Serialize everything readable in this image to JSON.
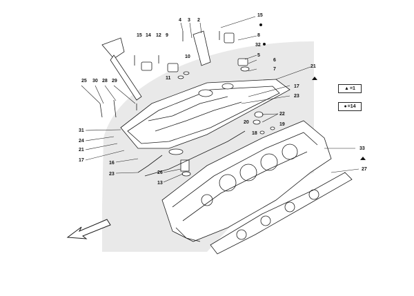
{
  "diagram": {
    "callouts": [
      {
        "id": "c4",
        "label": "4"
      },
      {
        "id": "c3",
        "label": "3"
      },
      {
        "id": "c2",
        "label": "2"
      },
      {
        "id": "c15a",
        "label": "15"
      },
      {
        "id": "c8",
        "label": "8"
      },
      {
        "id": "c32",
        "label": "32"
      },
      {
        "id": "c15b",
        "label": "15"
      },
      {
        "id": "c14",
        "label": "14"
      },
      {
        "id": "c12",
        "label": "12"
      },
      {
        "id": "c9",
        "label": "9"
      },
      {
        "id": "c10",
        "label": "10"
      },
      {
        "id": "c11",
        "label": "11"
      },
      {
        "id": "c5",
        "label": "5"
      },
      {
        "id": "c6",
        "label": "6"
      },
      {
        "id": "c7",
        "label": "7"
      },
      {
        "id": "c21a",
        "label": "21"
      },
      {
        "id": "c25",
        "label": "25"
      },
      {
        "id": "c30",
        "label": "30"
      },
      {
        "id": "c28",
        "label": "28"
      },
      {
        "id": "c29",
        "label": "29"
      },
      {
        "id": "c17a",
        "label": "17"
      },
      {
        "id": "c23a",
        "label": "23"
      },
      {
        "id": "c22",
        "label": "22"
      },
      {
        "id": "c20",
        "label": "20"
      },
      {
        "id": "c19",
        "label": "19"
      },
      {
        "id": "c18",
        "label": "18"
      },
      {
        "id": "c31",
        "label": "31"
      },
      {
        "id": "c24",
        "label": "24"
      },
      {
        "id": "c21b",
        "label": "21"
      },
      {
        "id": "c17b",
        "label": "17"
      },
      {
        "id": "c16",
        "label": "16"
      },
      {
        "id": "c23b",
        "label": "23"
      },
      {
        "id": "c26",
        "label": "26"
      },
      {
        "id": "c13",
        "label": "13"
      },
      {
        "id": "c33",
        "label": "33"
      },
      {
        "id": "c27",
        "label": "27"
      }
    ],
    "legend": [
      {
        "symbol": "▲",
        "text": "=1"
      },
      {
        "symbol": "●",
        "text": "=14"
      }
    ],
    "colors": {
      "shade": "#e9e9e9",
      "line": "#1a1a1a"
    }
  }
}
